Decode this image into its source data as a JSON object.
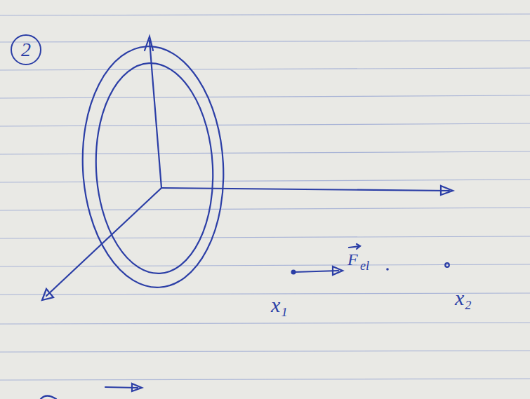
{
  "diagram": {
    "nodes": [
      {
        "text": [
          "2"
        ]
      }
    ],
    "labels": [
      "F",
      "el",
      "x₁",
      "x₂"
    ]
  }
}
